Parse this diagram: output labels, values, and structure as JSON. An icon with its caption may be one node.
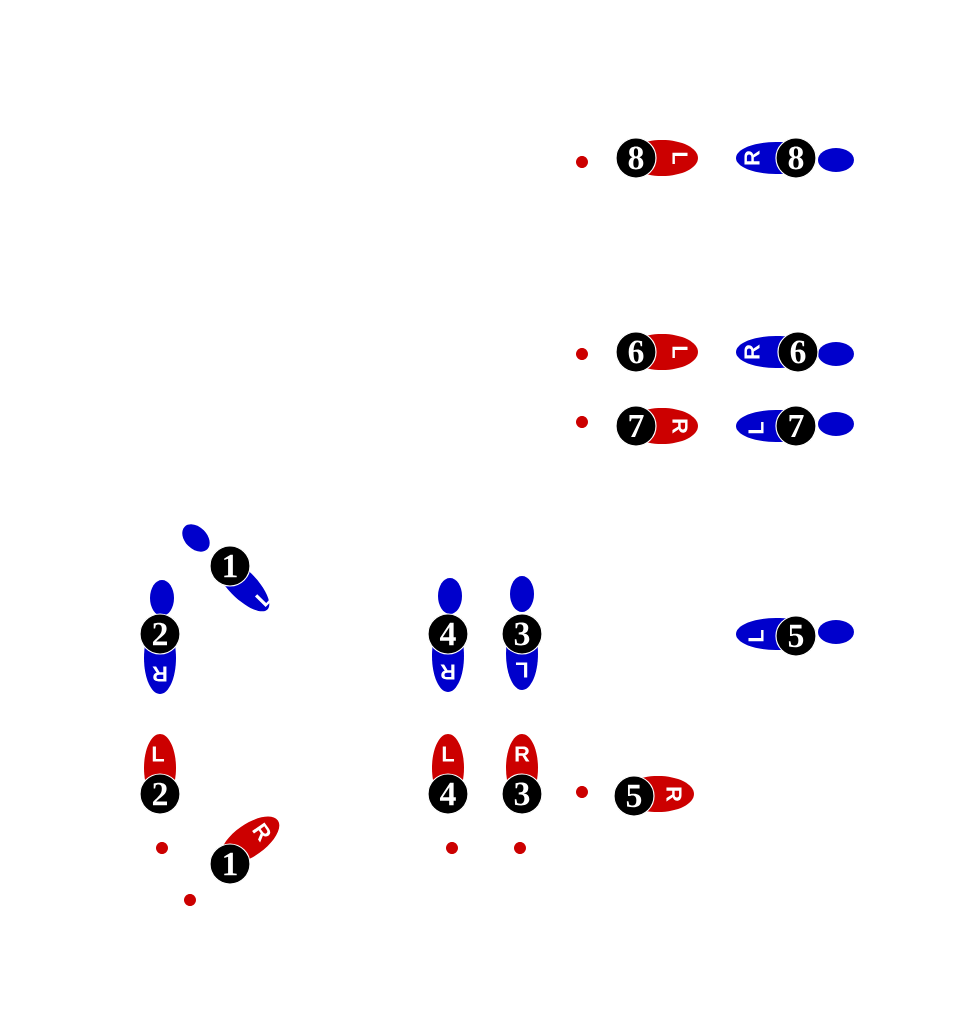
{
  "diagram": {
    "nodes": [
      {
        "text": [
          "L",
          "8"
        ]
      },
      {
        "text": [
          "R",
          "8"
        ]
      },
      {
        "text": [
          "L",
          "6"
        ]
      },
      {
        "text": [
          "R",
          "6"
        ]
      },
      {
        "text": [
          "R",
          "7"
        ]
      },
      {
        "text": [
          "L",
          "7"
        ]
      },
      {
        "text": [
          "L",
          "1"
        ]
      },
      {
        "text": [
          "R",
          "2"
        ]
      },
      {
        "text": [
          "R",
          "4"
        ]
      },
      {
        "text": [
          "L",
          "3"
        ]
      },
      {
        "text": [
          "L",
          "5"
        ]
      },
      {
        "text": [
          "L",
          "2"
        ]
      },
      {
        "text": [
          "L",
          "4"
        ]
      },
      {
        "text": [
          "R",
          "3"
        ]
      },
      {
        "text": [
          "R",
          "5"
        ]
      },
      {
        "text": [
          "R",
          "1"
        ]
      }
    ]
  }
}
